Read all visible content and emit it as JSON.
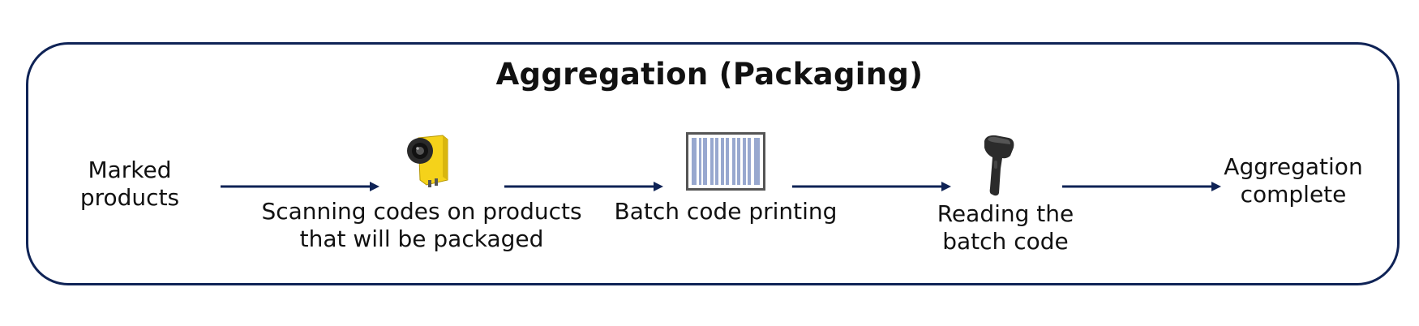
{
  "diagram": {
    "title": "Aggregation (Packaging)",
    "steps": [
      {
        "id": "marked",
        "label": "Marked\nproducts",
        "icon": ""
      },
      {
        "id": "scanning",
        "label": "Scanning codes on products\nthat will be packaged",
        "icon": "industrial-camera-icon"
      },
      {
        "id": "printing",
        "label": "Batch code printing",
        "icon": "barcode-label-icon"
      },
      {
        "id": "reading",
        "label": "Reading the\nbatch code",
        "icon": "handheld-scanner-icon"
      },
      {
        "id": "complete",
        "label": "Aggregation\ncomplete",
        "icon": ""
      }
    ],
    "colors": {
      "frame": "#0f2356",
      "arrow": "#0f2356",
      "camera_body": "#f5d21a",
      "barcode_fill": "#98a8cf",
      "scanner": "#2b2b2b"
    }
  }
}
